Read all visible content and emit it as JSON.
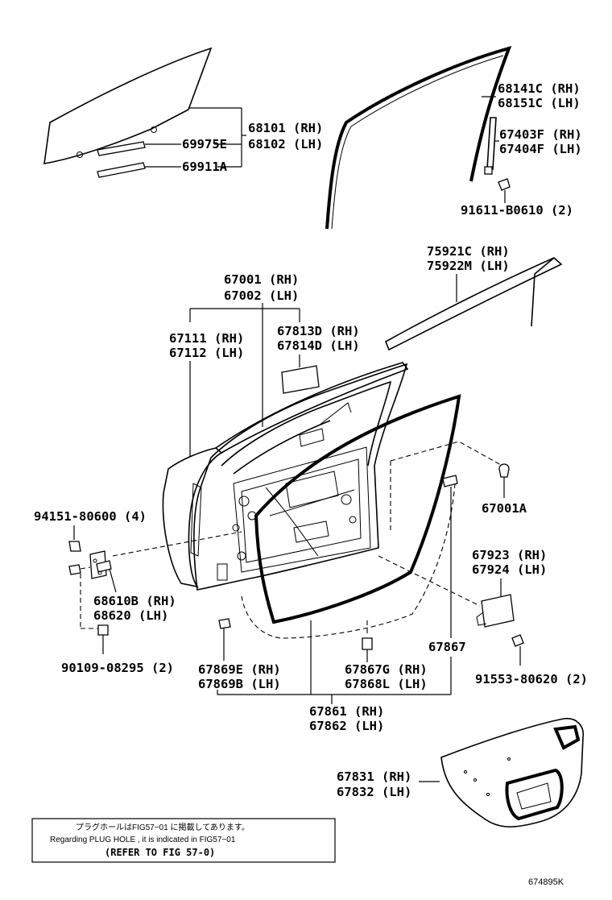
{
  "diagram": {
    "labels": {
      "glass_rh": "68101 (RH)",
      "glass_lh": "68102 (LH)",
      "glass_sub_a": "69975E",
      "glass_sub_b": "69911A",
      "run_rh": "68141C (RH)",
      "run_lh": "68151C (LH)",
      "channel_rh": "67403F (RH)",
      "channel_lh": "67404F (LH)",
      "bolt_91611": "91611-B0610 (2)",
      "mould_rh": "75921C (RH)",
      "mould_lh": "75922M (LH)",
      "door_rh": "67001 (RH)",
      "door_lh": "67002 (LH)",
      "panel_rh": "67111 (RH)",
      "panel_lh": "67112 (LH)",
      "pad_rh": "67813D (RH)",
      "pad_lh": "67814D (LH)",
      "grommet": "67001A",
      "bolt_94151": "94151-80600 (4)",
      "hinge_rh": "68610B (RH)",
      "hinge_lh": "68620 (LH)",
      "bolt_90109": "90109-08295 (2)",
      "check_rh": "67923 (RH)",
      "check_lh": "67924 (LH)",
      "clip_67867": "67867",
      "bolt_91553": "91553-80620 (2)",
      "clip_e_rh": "67869E (RH)",
      "clip_b_lh": "67869B (LH)",
      "clip_g_rh": "67867G (RH)",
      "clip_l_lh": "67868L (LH)",
      "wstrip_rh": "67861 (RH)",
      "wstrip_lh": "67862 (LH)",
      "hole_rh": "67831 (RH)",
      "hole_lh": "67832 (LH)"
    },
    "note": {
      "line1": "プラグホールはFIG57−01 に掲載してあります。",
      "line2": "Regarding  PLUG HOLE  , it is indicated in  FIG57−01",
      "line3": "(REFER TO FIG 57-0)"
    },
    "reference": "674895K"
  }
}
